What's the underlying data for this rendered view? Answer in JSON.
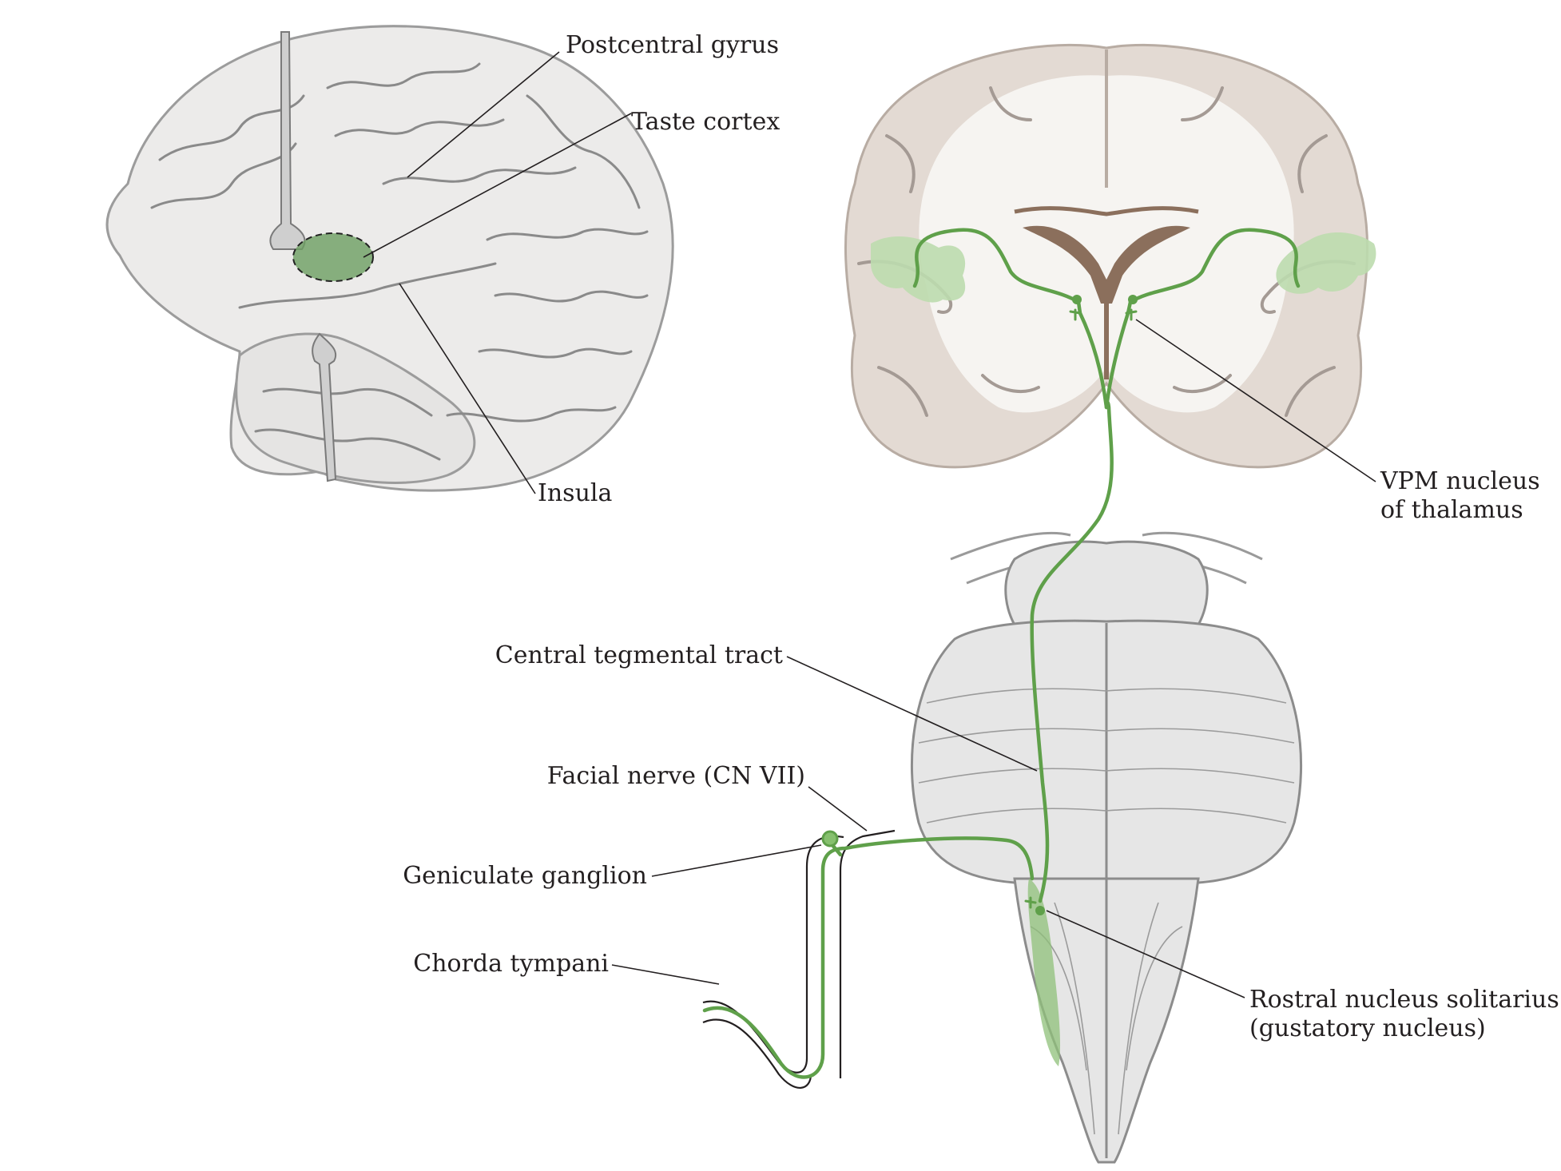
{
  "colors": {
    "tract_green": "#5fa04a",
    "green_fill": "#bcdcae",
    "brain_fill": "#ecebea",
    "coronal_fill": "#e3dad3",
    "white_matter": "#f6f4f1",
    "ventricle_brown": "#8b6f5c",
    "brainstem_fill": "#e6e6e6",
    "label_text": "#231f20"
  },
  "labels": {
    "postcentral_gyrus": "Postcentral gyrus",
    "taste_cortex": "Taste cortex",
    "insula": "Insula",
    "vpm_line1": "VPM nucleus",
    "vpm_line2": "of thalamus",
    "central_tegmental_tract": "Central tegmental tract",
    "facial_nerve": "Facial nerve (CN VII)",
    "geniculate_ganglion": "Geniculate ganglion",
    "chorda_tympani": "Chorda tympani",
    "rostral_line1": "Rostral nucleus solitarius",
    "rostral_line2": "(gustatory nucleus)"
  }
}
